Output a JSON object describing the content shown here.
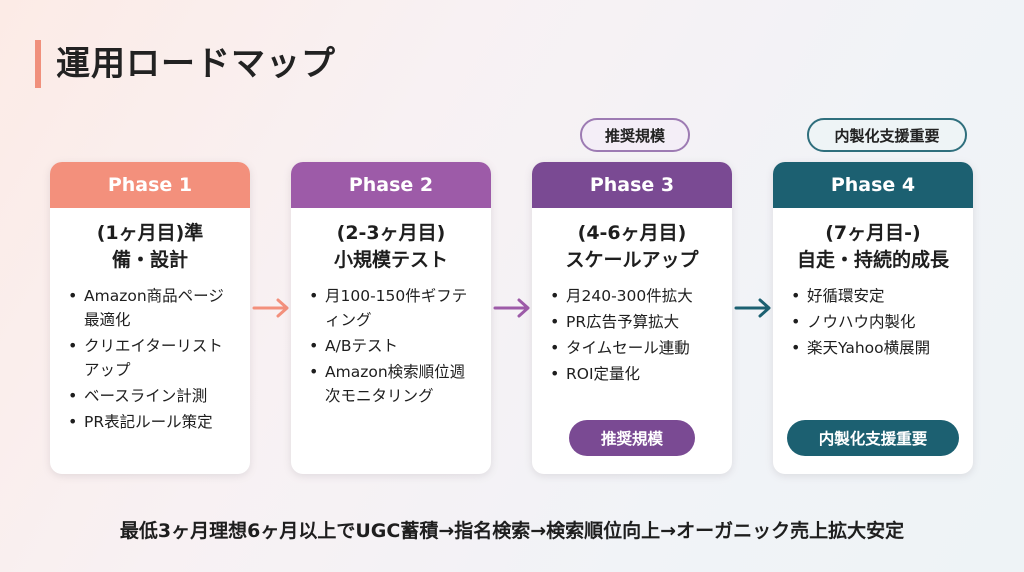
{
  "title": "運用ロードマップ",
  "colors": {
    "phase1": "#f3907c",
    "phase2": "#9d5ba8",
    "phase3": "#7a4a93",
    "phase4": "#1c6071",
    "accent_bar": "#f0907c"
  },
  "phases": [
    {
      "header": "Phase 1",
      "subtitle_line1": "(1ヶ月目)準",
      "subtitle_line2": "備・設計",
      "bullets": [
        "Amazon商品ページ最適化",
        "クリエイターリストアップ",
        "ベースライン計測",
        "PR表記ルール策定"
      ]
    },
    {
      "header": "Phase 2",
      "subtitle_line1": "(2-3ヶ月目)",
      "subtitle_line2": "小規模テスト",
      "bullets": [
        "月100-150件ギフティング",
        "A/Bテスト",
        "Amazon検索順位週次モニタリング"
      ]
    },
    {
      "header": "Phase 3",
      "subtitle_line1": "(4-6ヶ月目)",
      "subtitle_line2": "スケールアップ",
      "bullets": [
        "月240-300件拡大",
        "PR広告予算拡大",
        "タイムセール連動",
        "ROI定量化"
      ],
      "badge_top": "推奨規模",
      "badge_bottom": "推奨規模"
    },
    {
      "header": "Phase 4",
      "subtitle_line1": "(7ヶ月目-)",
      "subtitle_line2": "自走・持続的成長",
      "bullets": [
        "好循環安定",
        "ノウハウ内製化",
        "楽天Yahoo横展開"
      ],
      "badge_top": "内製化支援重要",
      "badge_bottom": "内製化支援重要"
    }
  ],
  "footer": "最低3ヶ月理想6ヶ月以上でUGC蓄積→指名検索→検索順位向上→オーガニック売上拡大安定"
}
